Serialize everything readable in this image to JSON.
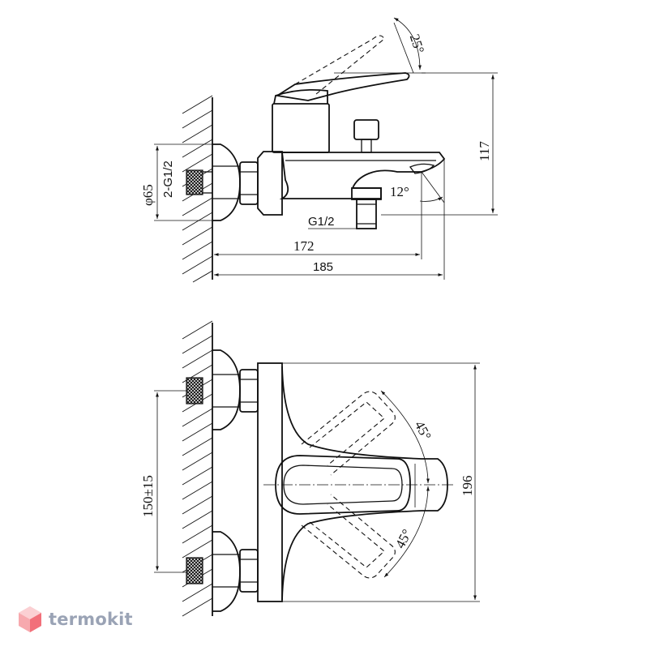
{
  "side_view": {
    "angle_handle": "25°",
    "angle_spout": "12°",
    "height": "117",
    "thread_outlet": "G1/2",
    "inlet_diameter": "φ65",
    "inlet_thread": "2-G1/2",
    "length_spout": "172",
    "length_total": "185"
  },
  "front_view": {
    "angle_upper": "45°",
    "angle_lower": "45°",
    "center_distance": "150±15",
    "height_total": "196"
  },
  "brand": {
    "name": "termokit",
    "accent_color": "#f2707a",
    "text_color": "#9aa3b5"
  }
}
